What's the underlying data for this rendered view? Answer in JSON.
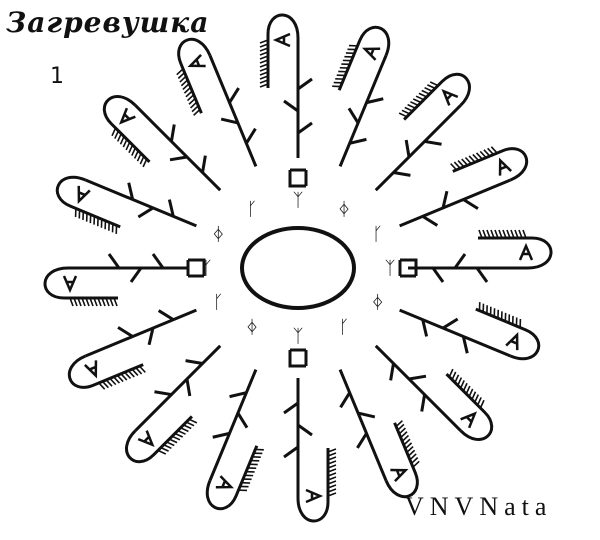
{
  "title": "Загревушка",
  "number": "1",
  "signature": "VNVNata",
  "colors": {
    "ink": "#111111",
    "paper": "#ffffff"
  },
  "drawing": {
    "arms": 16,
    "center_symbol": "oval",
    "glyph_ring": [
      "ᛉ",
      "ᛄ",
      "ᚴ",
      "ᛉ",
      "ᛄ",
      "ᚴ",
      "ᛉ",
      "ᛄ",
      "ᚴ",
      "ᛉ",
      "ᛄ",
      "ᚴ"
    ]
  }
}
